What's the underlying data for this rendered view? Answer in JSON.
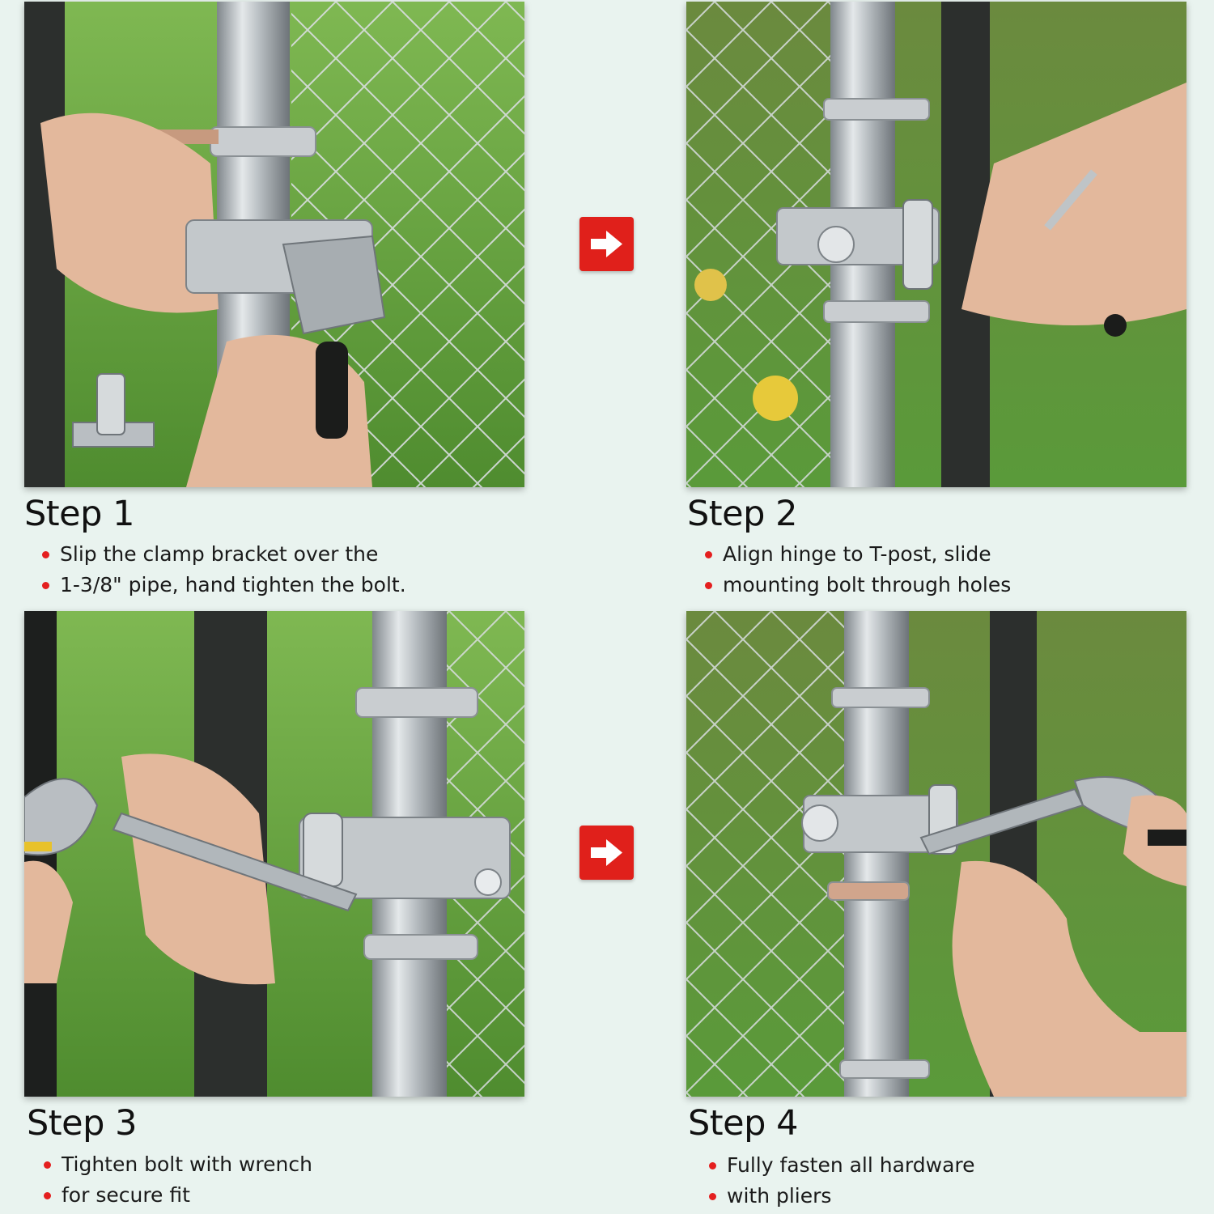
{
  "steps": [
    {
      "title": "Step 1",
      "bullets": [
        "Slip the clamp bracket over the",
        "1-3/8\" pipe, hand tighten the bolt."
      ]
    },
    {
      "title": "Step 2",
      "bullets": [
        "Align hinge to T-post, slide",
        "mounting bolt through holes"
      ]
    },
    {
      "title": "Step 3",
      "bullets": [
        "Tighten bolt with wrench",
        "for secure fit"
      ]
    },
    {
      "title": "Step 4",
      "bullets": [
        "Fully fasten all hardware",
        "with pliers"
      ]
    }
  ],
  "arrows": [
    "arrow-right-icon",
    "arrow-right-icon"
  ],
  "colors": {
    "background": "#e9f3ef",
    "accent_red": "#e0201b",
    "bullet_red": "#e41f1f",
    "grass_green": "#5d9a3a",
    "steel_silver": "#b9bec2",
    "tpost_dark": "#2c2f2d"
  }
}
